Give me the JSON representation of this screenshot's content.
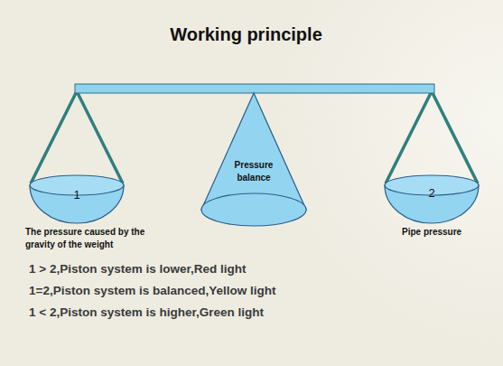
{
  "diagram": {
    "title": "Working principle",
    "nodes": [
      {
        "text": [
          "1",
          "The pressure caused by the gravity of the weight"
        ]
      },
      {
        "text": [
          "Pressure balance"
        ]
      },
      {
        "text": [
          "2",
          "Pipe pressure"
        ]
      }
    ],
    "edges": [],
    "labels": [
      "1 > 2,Piston system is lower,Red light",
      "1=2,Piston system is balanced,Yellow light",
      "1 < 2,Piston system is higher,Green light"
    ]
  }
}
